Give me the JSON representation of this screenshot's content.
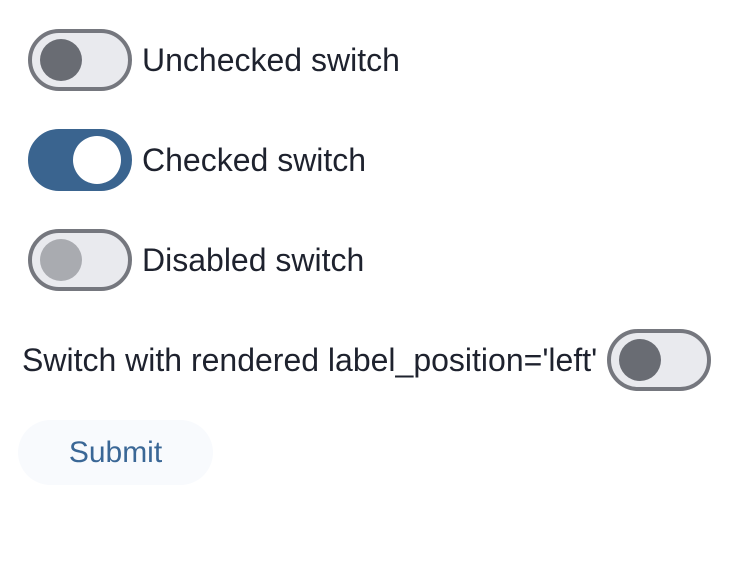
{
  "colors": {
    "accent_blue": "#3a648f",
    "track_gray": "#e9eaee",
    "track_border_gray": "#75777e",
    "knob_gray": "#696c73",
    "knob_gray_disabled": "#a9abb0",
    "label_text": "#1e222e",
    "submit_background": "#f8fafd",
    "submit_text": "#3a6796"
  },
  "switches": [
    {
      "label": "Unchecked switch",
      "state": "unchecked",
      "label_position": "right"
    },
    {
      "label": "Checked switch",
      "state": "checked",
      "label_position": "right"
    },
    {
      "label": "Disabled switch",
      "state": "disabled",
      "label_position": "right"
    },
    {
      "label": "Switch with rendered label_position='left'",
      "state": "unchecked",
      "label_position": "left"
    }
  ],
  "form": {
    "submit_label": "Submit"
  }
}
